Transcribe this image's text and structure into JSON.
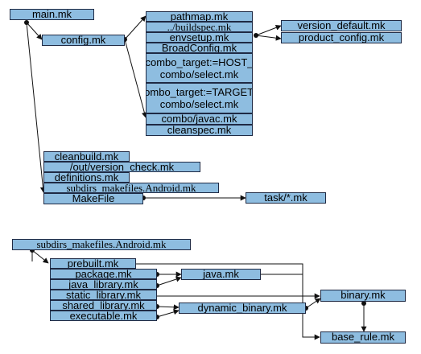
{
  "diagram": {
    "top": {
      "main": "main.mk",
      "config": "config.mk",
      "pathmap": "pathmap.mk",
      "buildspec": "../buildspec.mk",
      "envsetup": "envsetup.mk",
      "broadconfig": "BroadConfig.mk",
      "combo_host": "combo_target:=HOST_\ncombo/select.mk",
      "combo_target": "combo_target:=TARGET_\ncombo/select.mk",
      "combo_javac": "combo/javac.mk",
      "cleanspec": "cleanspec.mk",
      "version_default": "version_default.mk",
      "product_config": "product_config.mk",
      "cleanbuild": "cleanbuild.mk",
      "version_check": "/out/version_check.mk",
      "definitions": "definitions.mk",
      "subdirs": "subdirs_makefiles.Android.mk",
      "makefile": "MakeFile",
      "task": "task/*.mk"
    },
    "bottom": {
      "subdirs": "subdirs_makefiles.Android.mk",
      "prebuilt": "prebuilt.mk",
      "package": "package.mk",
      "java_library": "java_library.mk",
      "static_library": "static_library.mk",
      "shared_library": "shared_library.mk",
      "executable": "executable.mk",
      "java": "java.mk",
      "dynamic_binary": "dynamic_binary.mk",
      "binary": "binary.mk",
      "base_rule": "base_rule.mk"
    }
  },
  "colors": {
    "box_fill": "#8ebde0",
    "box_border": "#1f2a44",
    "line": "#111111"
  }
}
